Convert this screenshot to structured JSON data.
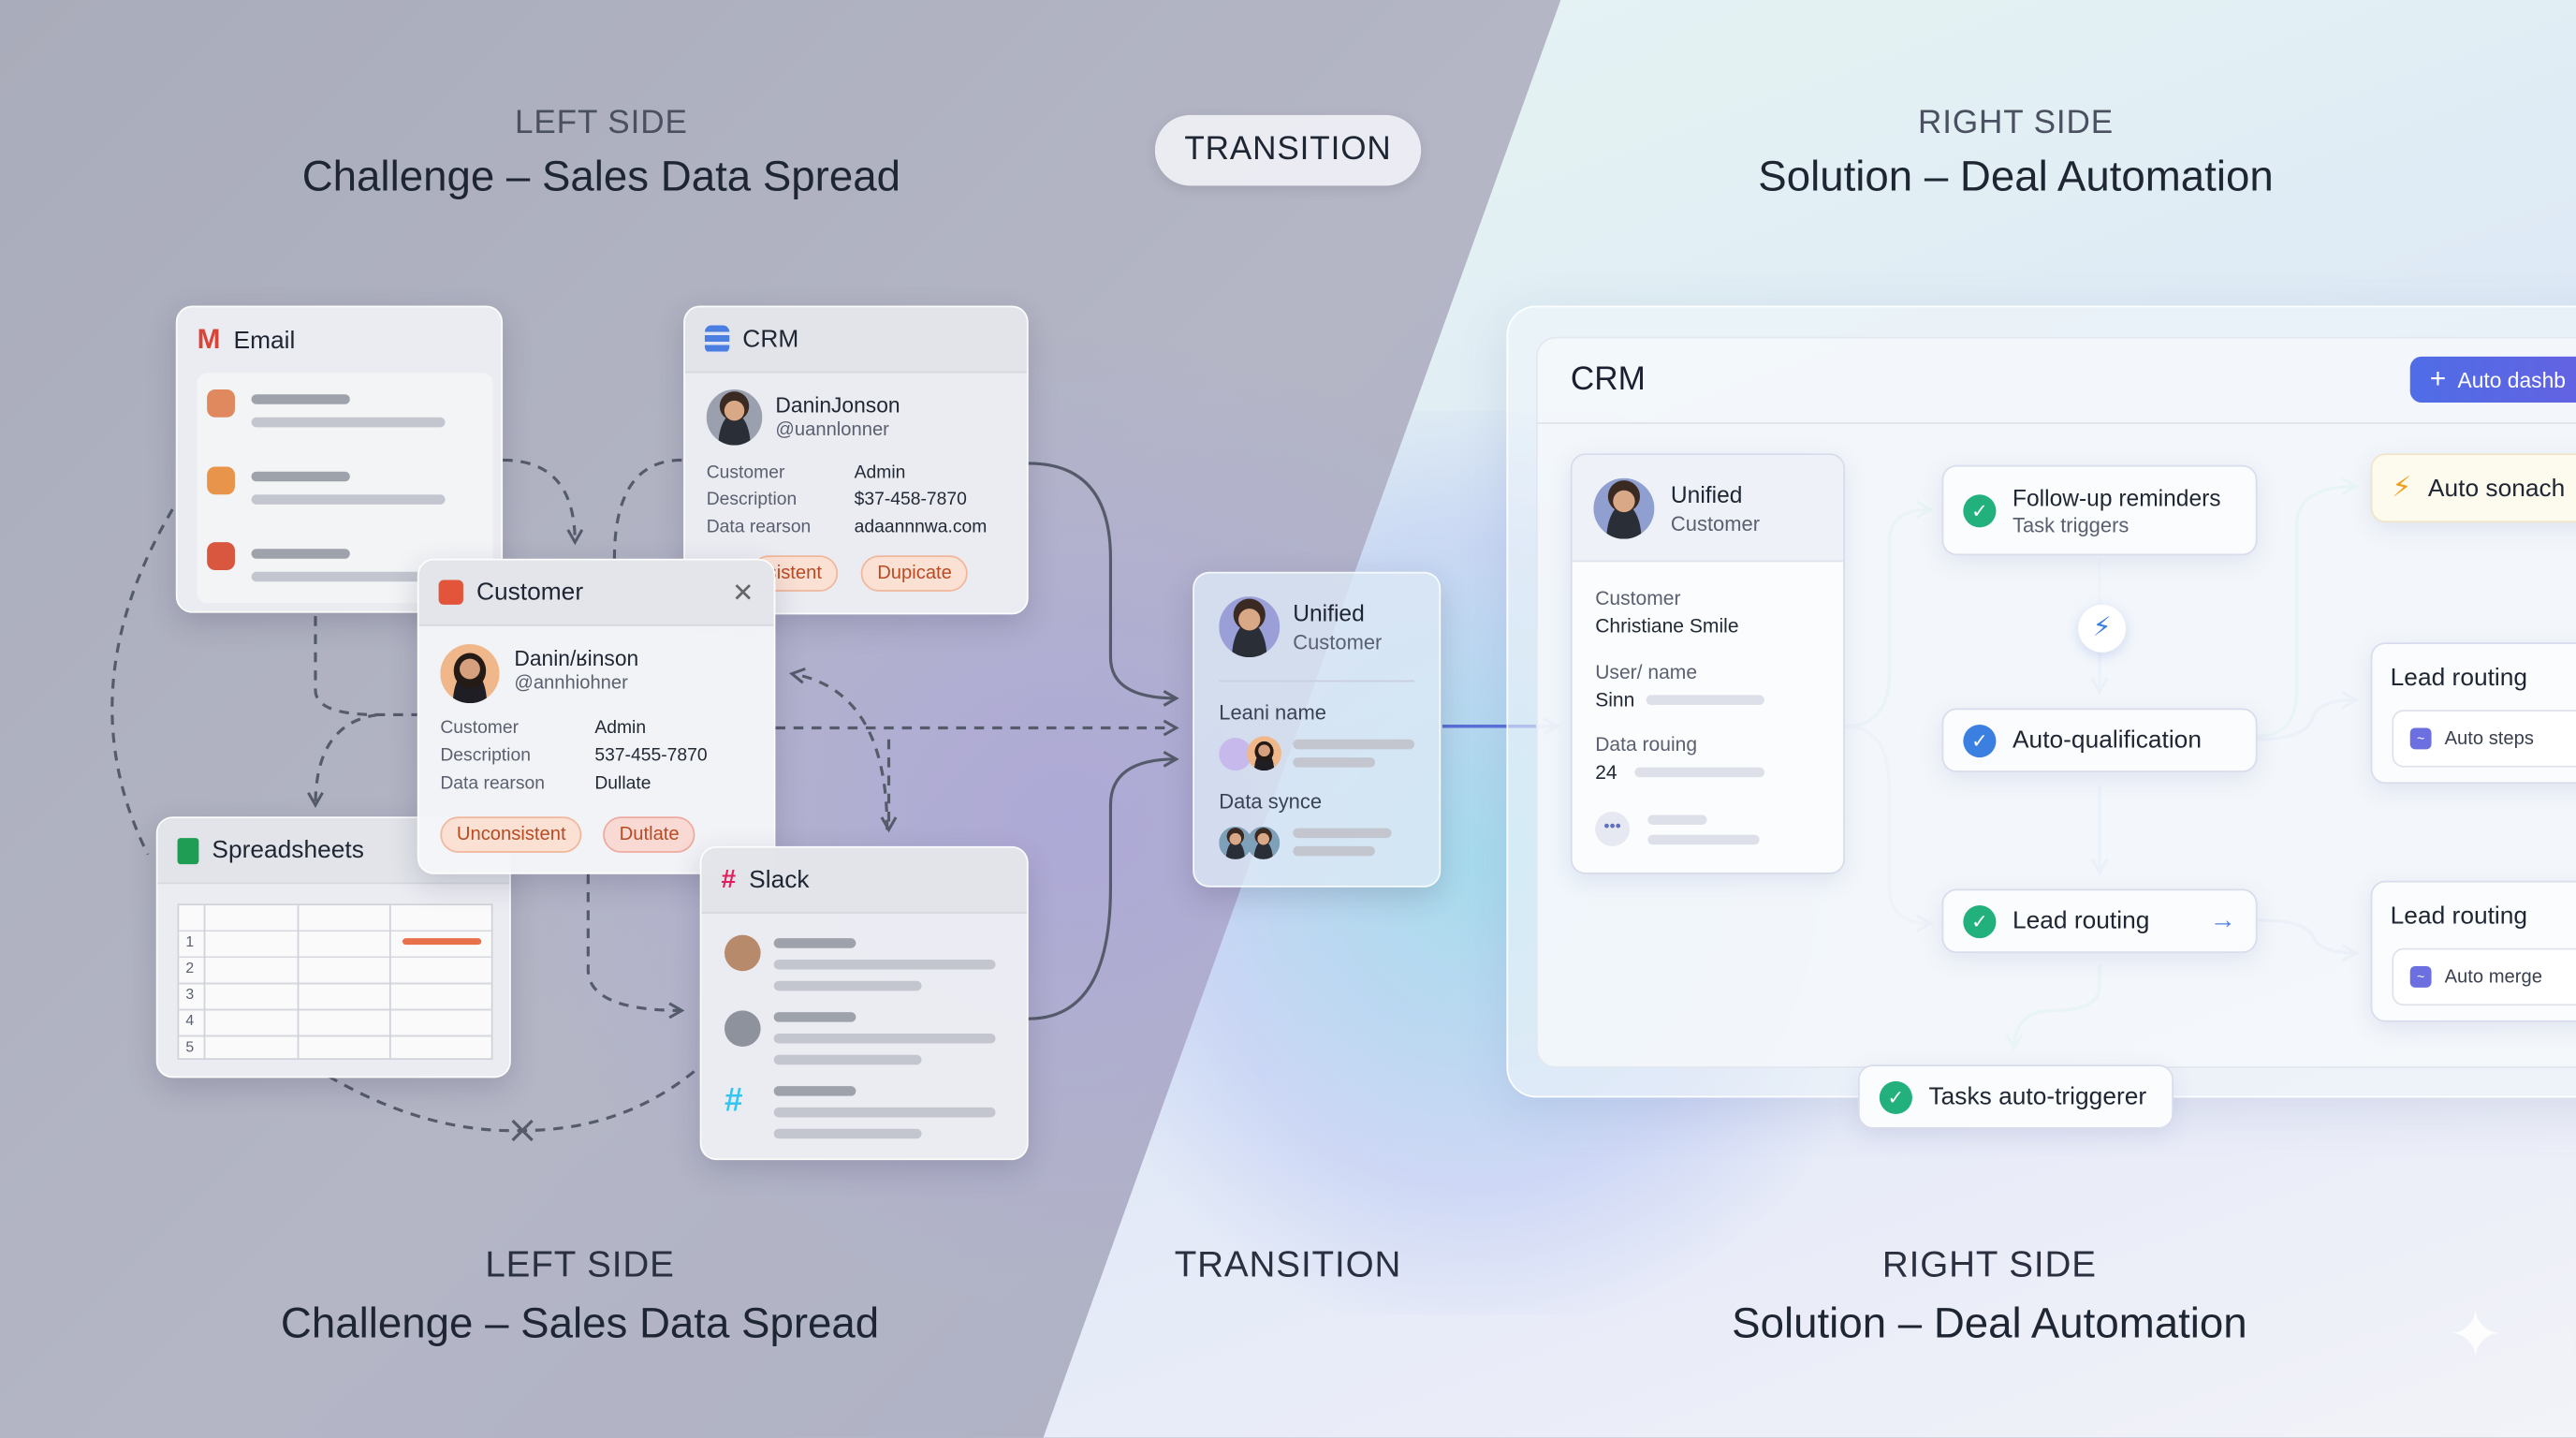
{
  "headers": {
    "top_left": {
      "kicker": "LEFT SIDE",
      "title": "Challenge – Sales Data Spread"
    },
    "top_center": "TRANSITION",
    "top_right": {
      "kicker": "RIGHT SIDE",
      "title": "Solution – Deal Automation"
    },
    "bottom_left": {
      "kicker": "LEFT SIDE",
      "title": "Challenge – Sales Data Spread"
    },
    "bottom_center": "TRANSITION",
    "bottom_right": {
      "kicker": "RIGHT SIDE",
      "title": "Solution – Deal Automation"
    }
  },
  "left": {
    "email": {
      "title": "Email",
      "icon": "gmail-icon",
      "dot_colors": [
        "#e0885e",
        "#e8944a",
        "#d9573f"
      ]
    },
    "crm": {
      "title": "CRM",
      "icon": "database-icon",
      "name": "DaninJonson",
      "handle": "@uannlonner",
      "fields": [
        {
          "label": "Customer",
          "value": "Admin"
        },
        {
          "label": "Description",
          "value": "$37-458-7870"
        },
        {
          "label": "Data rearson",
          "value": "adaannnwa.com"
        }
      ],
      "tags": [
        "sistent",
        "Dupicate"
      ]
    },
    "customer": {
      "title": "Customer",
      "name": "Danin/ʁinson",
      "handle": "@annhiohner",
      "fields": [
        {
          "label": "Customer",
          "value": "Admin"
        },
        {
          "label": "Description",
          "value": "537-455-7870"
        },
        {
          "label": "Data rearson",
          "value": "Dullate"
        }
      ],
      "tags": [
        "Unconsistent",
        "Dutlate"
      ]
    },
    "spreadsheets": {
      "title": "Spreadsheets",
      "rows": [
        "1",
        "2",
        "3",
        "4",
        "5"
      ]
    },
    "slack": {
      "title": "Slack"
    }
  },
  "middle": {
    "title": "Unified",
    "subtitle": "Customer",
    "field1": "Leani name",
    "field2": "Data synce"
  },
  "right": {
    "panel_title": "CRM",
    "action_button": "Auto dashb",
    "unified": {
      "title": "Unified",
      "subtitle": "Customer",
      "fields": [
        {
          "label": "Customer",
          "value": "Christiane Smile"
        },
        {
          "label": "User/ name",
          "value": "Sinn"
        },
        {
          "label": "Data rouing",
          "value": "24"
        }
      ]
    },
    "steps": {
      "followup": {
        "title": "Follow-up reminders",
        "subtitle": "Task triggers"
      },
      "autoqual": "Auto-qualification",
      "leadrouting": "Lead routing",
      "tasks": "Tasks auto-triggerer"
    },
    "outcomes": {
      "auto_sonach": "Auto sonach",
      "lead_routing_1": {
        "title": "Lead routing",
        "sub": "Auto steps"
      },
      "lead_routing_2": {
        "title": "Lead routing",
        "sub": "Auto merge"
      }
    },
    "colors": {
      "success": "#22b07d",
      "primary": "#4f6de6",
      "accent": "#f0a020"
    }
  }
}
